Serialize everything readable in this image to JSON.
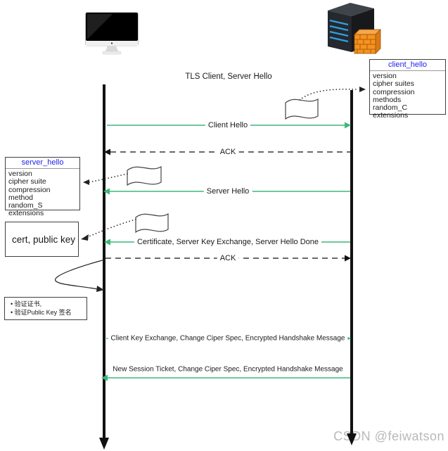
{
  "title": "TLS Client, Server Hello",
  "watermark": "CSDN @feiwatson",
  "colors": {
    "message_green": "#3cb878",
    "lifeline_black": "#111111",
    "note_title_blue": "#2222ee",
    "firewall_orange": "#f6921e",
    "server_led_blue": "#2e9fe6",
    "watermark_gray": "#b9b9b9"
  },
  "actors": {
    "client": {
      "icon": "imac-monitor-icon"
    },
    "server": {
      "icon": "server-tower-firewall-icon"
    }
  },
  "messages": [
    {
      "label": "Client Hello",
      "from": "client",
      "to": "server",
      "style": "solid-green"
    },
    {
      "label": "ACK",
      "from": "server",
      "to": "client",
      "style": "dashed-black"
    },
    {
      "label": "Server Hello",
      "from": "server",
      "to": "client",
      "style": "solid-green"
    },
    {
      "label": "Certificate, Server Key Exchange, Server Hello Done",
      "from": "server",
      "to": "client",
      "style": "solid-green"
    },
    {
      "label": "ACK",
      "from": "client",
      "to": "server",
      "style": "dashed-black"
    },
    {
      "label": "Client Key Exchange, Change Ciper Spec, Encrypted Handshake Message",
      "from": "client",
      "to": "server",
      "style": "solid-green"
    },
    {
      "label": "New Session Ticket, Change Ciper Spec, Encrypted Handshake Message",
      "from": "server",
      "to": "client",
      "style": "solid-green"
    }
  ],
  "notes": {
    "client_hello": {
      "title": "client_hello",
      "items": [
        "version",
        "cipher suites",
        "compression methods",
        "random_C",
        "extensions"
      ]
    },
    "server_hello": {
      "title": "server_hello",
      "items": [
        "version",
        "cipher suite",
        "compression method",
        "random_S",
        "extensions"
      ]
    },
    "cert_note": {
      "text": "cert, public key"
    },
    "verify_note": {
      "items": [
        "验证证书,",
        "验证Public Key 签名"
      ]
    }
  },
  "icons": {
    "message_document": "wavy-document-icon",
    "connector": "dotted-arrow",
    "self_process": "curved-loop-arrow"
  }
}
